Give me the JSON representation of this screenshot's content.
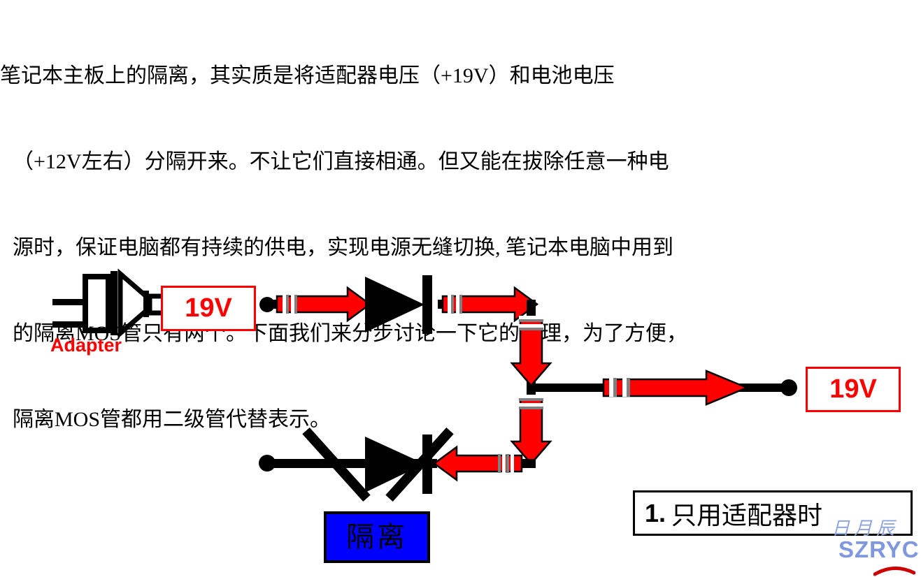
{
  "prose": {
    "lines": [
      "笔记本主板上的隔离，其实质是将适配器电压（+19V）和电池电压",
      "（+12V左右）分隔开来。不让它们直接相通。但又能在拔除任意一种电",
      "源时，保证电脑都有持续的供电，实现电源无缝切换, 笔记本电脑中用到",
      "的隔离MOS管只有两个。下面我们来分步讨论一下它的原理，为了方便，",
      "隔离MOS管都用二级管代替表示。"
    ]
  },
  "diagram": {
    "adapter_label": "Adapter",
    "voltage_left": "19V",
    "voltage_right": "19V",
    "isolation_box_label": "隔离",
    "caption_number": "1.",
    "caption_text": "只用适配器时",
    "colors": {
      "red": "#ff0000",
      "black": "#000000",
      "blue": "#0000ff",
      "watermark_blue": "#8fa6e0"
    }
  },
  "watermark": {
    "chinese": "日月辰",
    "latin": "SZRYC"
  }
}
